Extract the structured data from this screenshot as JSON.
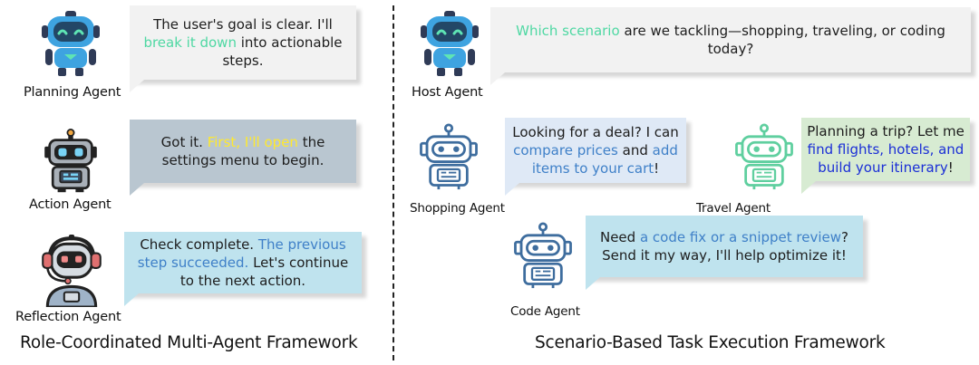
{
  "left": {
    "caption": "Role-Coordinated Multi-Agent Framework",
    "agents": [
      {
        "label": "Planning Agent",
        "icon": "blue-robot-icon",
        "message": {
          "pre": "The user's goal is clear. I'll",
          "highlight": "break it down",
          "post": "into actionable steps."
        }
      },
      {
        "label": "Action Agent",
        "icon": "dark-robot-icon",
        "message": {
          "pre": "Got it.",
          "highlight": "First, I'll open",
          "post": "the settings menu to begin."
        }
      },
      {
        "label": "Reflection Agent",
        "icon": "headset-robot-icon",
        "message": {
          "pre": "Check complete.",
          "highlight": "The previous step succeeded.",
          "post": "Let's continue to the next action."
        }
      }
    ]
  },
  "right": {
    "caption": "Scenario-Based Task Execution Framework",
    "host": {
      "label": "Host Agent",
      "icon": "blue-robot-icon",
      "message": {
        "pre": "",
        "highlight": "Which scenario",
        "post": "are we tackling—shopping, traveling, or coding today?"
      }
    },
    "shopping": {
      "label": "Shopping Agent",
      "icon": "blue-outline-robot-icon",
      "message": {
        "pre": "Looking for a deal? I can",
        "highlight1": "compare prices",
        "mid": "and",
        "highlight2": "add items to your cart",
        "post": "!"
      }
    },
    "travel": {
      "label": "Travel Agent",
      "icon": "green-outline-robot-icon",
      "message": {
        "pre": "Planning a trip? Let me",
        "highlight": "find flights, hotels, and build your itinerary",
        "post": "!"
      }
    },
    "code": {
      "label": "Code Agent",
      "icon": "blue-outline-robot-icon",
      "message": {
        "pre": "Need",
        "highlight": "a code fix or a snippet review",
        "post": "? Send it my way, I'll help optimize it!"
      }
    }
  },
  "colors": {
    "green_text": "#4fd8a3",
    "yellow_text": "#ffe92e",
    "blue_text": "#3f80c8",
    "navy_text": "#1b2fd6",
    "bubble_gray": "#f2f2f2",
    "bubble_slate": "#b9c6d0",
    "bubble_light_blue": "#bfe3ee",
    "bubble_shopping": "#dfe9f6",
    "bubble_travel": "#d7ebd2",
    "bubble_code": "#bfe3ee"
  }
}
